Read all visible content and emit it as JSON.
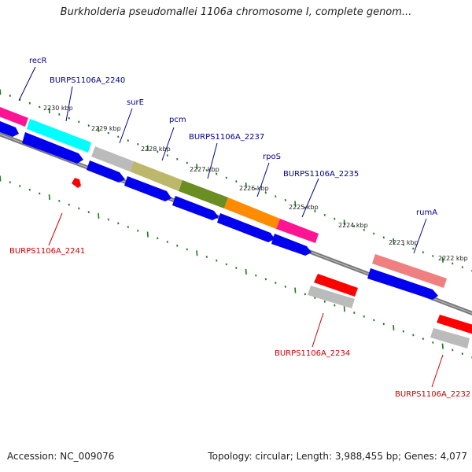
{
  "title": "Burkholderia pseudomallei 1106a chromosome I, complete genom...",
  "footer": {
    "accession": "Accession: NC_009076",
    "topology": "Topology: circular; Length: 3,988,455 bp; Genes: 4,077"
  },
  "colors": {
    "backbone": "#777777",
    "tick": "#1a7a1a",
    "label_forward": "#00008b",
    "label_reverse": "#cc0000",
    "arrow_blue": "#0000ee",
    "arrow_red": "#ff0000",
    "arrow_grey": "#bbbbbb"
  },
  "scale_labels": [
    "2230 kbp",
    "2229 kbp",
    "2228 kbp",
    "2227 kbp",
    "2226 kbp",
    "2225 kbp",
    "2224 kbp",
    "2223 kbp",
    "2222 kbp"
  ],
  "genes_top": [
    {
      "label": "recR",
      "color": "#ff1493"
    },
    {
      "label": "BURPS1106A_2240",
      "color": "#00ffff"
    },
    {
      "label": "surE",
      "color": "#bbbbbb"
    },
    {
      "label": "pcm",
      "color": "#bdb76b"
    },
    {
      "label": "BURPS1106A_2237",
      "color": "#6b8e23"
    },
    {
      "label": "rpoS",
      "color": "#ff8c00"
    },
    {
      "label": "BURPS1106A_2235",
      "color": "#ff1493"
    },
    {
      "label": "rumA",
      "color": "#f08080"
    }
  ],
  "genes_bottom": [
    {
      "label": "BURPS1106A_2241"
    },
    {
      "label": "BURPS1106A_2234"
    },
    {
      "label": "BURPS1106A_2232"
    }
  ]
}
